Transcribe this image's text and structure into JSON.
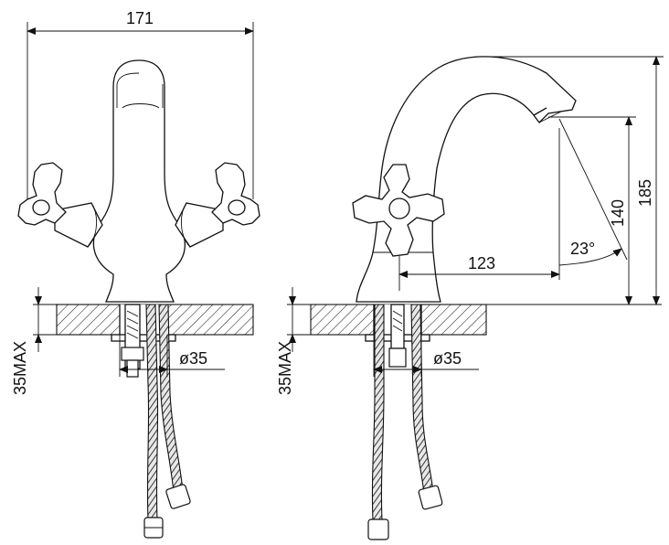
{
  "dimensions": {
    "overall_width": "171",
    "spout_reach": "123",
    "spout_outlet_height": "140",
    "overall_height": "185",
    "spout_angle": "23°",
    "hole_diameter_front": "ø35",
    "hole_diameter_side": "ø35",
    "max_deck_thickness_front": "35MAX",
    "max_deck_thickness_side": "35MAX"
  }
}
